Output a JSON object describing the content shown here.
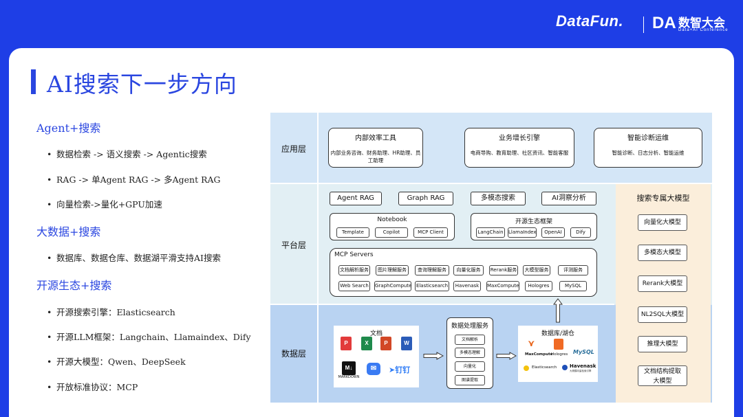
{
  "header": {
    "logo_datafun": "DataFun.",
    "logo_da_mark": "DA",
    "logo_da_cn": "数智大会",
    "logo_da_en": "Data+AI Conference"
  },
  "title": "AI搜索下一步方向",
  "sections": [
    {
      "heading": "Agent+搜索",
      "items": [
        "数据检索 -> 语义搜索 -> Agentic搜索",
        "RAG -> 单Agent RAG -> 多Agent RAG",
        "向量检索->量化+GPU加速"
      ]
    },
    {
      "heading": "大数据+搜索",
      "items": [
        "数据库、数据仓库、数据湖平滑支持AI搜索"
      ]
    },
    {
      "heading": "开源生态+搜索",
      "items": [
        "开源搜索引擎：Elasticsearch",
        "开源LLM框架：Langchain、Llamaindex、Dify",
        "开源大模型：Qwen、DeepSeek",
        "开放标准协议：MCP"
      ]
    }
  ],
  "diagram": {
    "layers": {
      "app": "应用层",
      "platform": "平台层",
      "data": "数据层"
    },
    "app_boxes": [
      {
        "title": "内部效率工具",
        "sub": "内部业务咨询、财务助理、HR助理、员工助理"
      },
      {
        "title": "业务增长引擎",
        "sub": "电商导购、教育助理、社区资讯、智能客服"
      },
      {
        "title": "智能诊断运维",
        "sub": "智能诊断、日志分析、智能运维"
      }
    ],
    "platform_top": [
      "Agent RAG",
      "Graph RAG",
      "多模态搜索",
      "AI洞察分析"
    ],
    "notebook": {
      "title": "Notebook",
      "items": [
        "Template",
        "Copilot",
        "MCP Client"
      ]
    },
    "oss": {
      "title": "开源生态框架",
      "items": [
        "LangChain",
        "LlamaIndex",
        "OpenAI",
        "Dify"
      ]
    },
    "mcp": {
      "title": "MCP Servers",
      "row1": [
        "文档解析服务",
        "图片理解服务",
        "查询理解服务",
        "向量化服务",
        "Rerank服务",
        "大模型服务",
        "评测服务"
      ],
      "row2": [
        "Web Search",
        "GraphCompute",
        "Elasticsearch",
        "Havenask",
        "MaxCompute",
        "Hologres",
        "MySQL"
      ]
    },
    "docs": {
      "title": "文档",
      "dingtalk": "钉钉",
      "markdown": "MARKDOWN"
    },
    "processing": {
      "title": "数据处理服务",
      "items": [
        "文档解析",
        "多模态理解",
        "向量化",
        "图谱提取"
      ]
    },
    "db": {
      "title": "数据库/湖仓",
      "items": [
        "MaxCompute",
        "Hologres",
        "MySQL",
        "Elasticsearch",
        "Havenask"
      ],
      "havenask_sub": "大规模向量检索引擎"
    },
    "models": {
      "title": "搜索专属大模型",
      "items": [
        "向量化大模型",
        "多模态大模型",
        "Rerank大模型",
        "NL2SQL大模型",
        "推理大模型",
        "文档结构提取大模型"
      ]
    }
  },
  "colors": {
    "brand_blue": "#1e3ee6",
    "accent": "#2a46e0"
  }
}
